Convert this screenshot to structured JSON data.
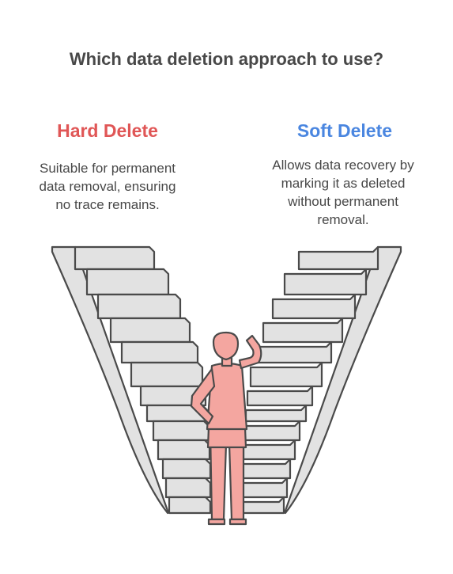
{
  "title": "Which data deletion approach to use?",
  "colors": {
    "title_text": "#484848",
    "hard_delete": "#e05656",
    "soft_delete": "#4a86e0",
    "stairs_fill": "#e2e2e2",
    "stairs_outline": "#4a4a4a",
    "person_fill": "#f4a6a0"
  },
  "options": [
    {
      "name": "Hard Delete",
      "description": [
        "Suitable for permanent",
        "data removal, ensuring",
        "no trace remains."
      ]
    },
    {
      "name": "Soft Delete",
      "description": [
        "Allows data recovery by",
        "marking it as deleted",
        "without permanent",
        "removal."
      ]
    }
  ]
}
